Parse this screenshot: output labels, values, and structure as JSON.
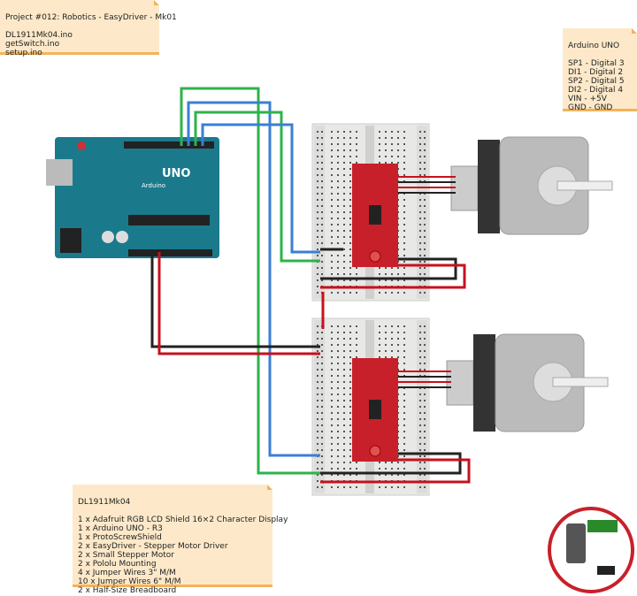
{
  "note_project": {
    "title": "Project #012: Robotics - EasyDriver - Mk01",
    "lines": [
      "DL1911Mk04.ino",
      "getSwitch.ino",
      "setup.ino"
    ]
  },
  "note_pins": {
    "title": "Arduino UNO",
    "lines": [
      "SP1 - Digital 3",
      "DI1 - Digital 2",
      "SP2 - Digital 5",
      "DI2 - Digital 4",
      "VIN - +5V",
      "GND - GND"
    ]
  },
  "note_parts": {
    "title": "DL1911Mk04",
    "lines": [
      "1 x Adafruit RGB LCD Shield 16×2 Character Display",
      "1 x Arduino UNO - R3",
      "1 x ProtoScrewShield",
      "2 x EasyDriver - Stepper Motor Driver",
      "2 x Small Stepper Motor",
      "2 x Pololu Mounting",
      "4 x Jumper Wires 3\" M/M",
      "10 x Jumper Wires 6\" M/M",
      "2 x Half-Size Breadboard"
    ]
  },
  "arduino": {
    "label": "UNO",
    "brand": "Arduino"
  },
  "colors": {
    "board": "#1a7a8c",
    "driver": "#c8202a",
    "wire_green": "#2db34a",
    "wire_blue": "#3a7fd5",
    "wire_red": "#c8101e",
    "wire_black": "#222222",
    "note": "#fde9c9"
  }
}
